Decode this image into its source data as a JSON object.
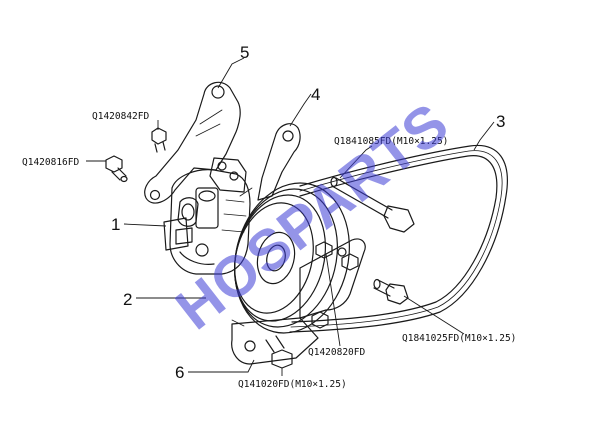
{
  "callouts": {
    "c1": "1",
    "c2": "2",
    "c3": "3",
    "c4": "4",
    "c5": "5",
    "c6": "6"
  },
  "part_codes": {
    "bolt_top_bracket": "Q1420842FD",
    "bolt_left": "Q1420816FD",
    "bolt_long_top": "Q1841085FD(M10×1.25)",
    "bolt_long_right": "Q1841025FD(M10×1.25)",
    "bolts_center": "Q1420820FD",
    "bolt_bottom": "Q141020FD(M10×1.25)"
  },
  "watermark": {
    "text": "HOSPARTS",
    "color": "#3d3dd6"
  },
  "colors": {
    "line": "#1a1a1a",
    "background": "#ffffff"
  }
}
